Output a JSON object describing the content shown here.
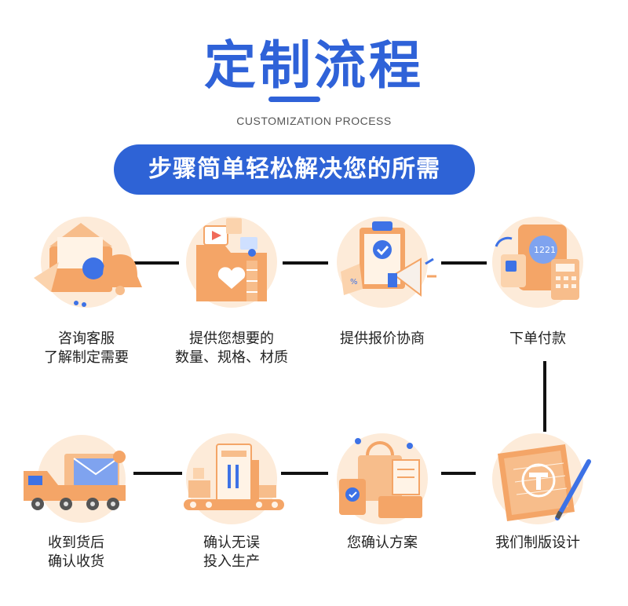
{
  "header": {
    "title": "定制流程",
    "subtitle": "CUSTOMIZATION PROCESS",
    "banner": "步骤简单轻松解决您的所需"
  },
  "steps": [
    {
      "lines": [
        "咨询客服",
        "了解制定需要"
      ],
      "icon": "mail-bell-icon"
    },
    {
      "lines": [
        "提供您想要的",
        "数量、规格、材质"
      ],
      "icon": "folder-heart-icon"
    },
    {
      "lines": [
        "提供报价协商",
        ""
      ],
      "icon": "clipboard-megaphone-icon"
    },
    {
      "lines": [
        "下单付款",
        ""
      ],
      "icon": "card-terminal-icon"
    },
    {
      "lines": [
        "我们制版设计",
        ""
      ],
      "icon": "blueprint-pen-icon"
    },
    {
      "lines": [
        "您确认方案",
        ""
      ],
      "icon": "shopping-bag-icon"
    },
    {
      "lines": [
        "确认无误",
        "投入生产"
      ],
      "icon": "factory-machine-icon"
    },
    {
      "lines": [
        "收到货后",
        "确认收货"
      ],
      "icon": "delivery-truck-icon"
    }
  ],
  "colors": {
    "primary_blue": "#2f62d8",
    "icon_orange": "#f4a567",
    "icon_light": "#fde3cc",
    "icon_blue": "#3d72e6"
  }
}
